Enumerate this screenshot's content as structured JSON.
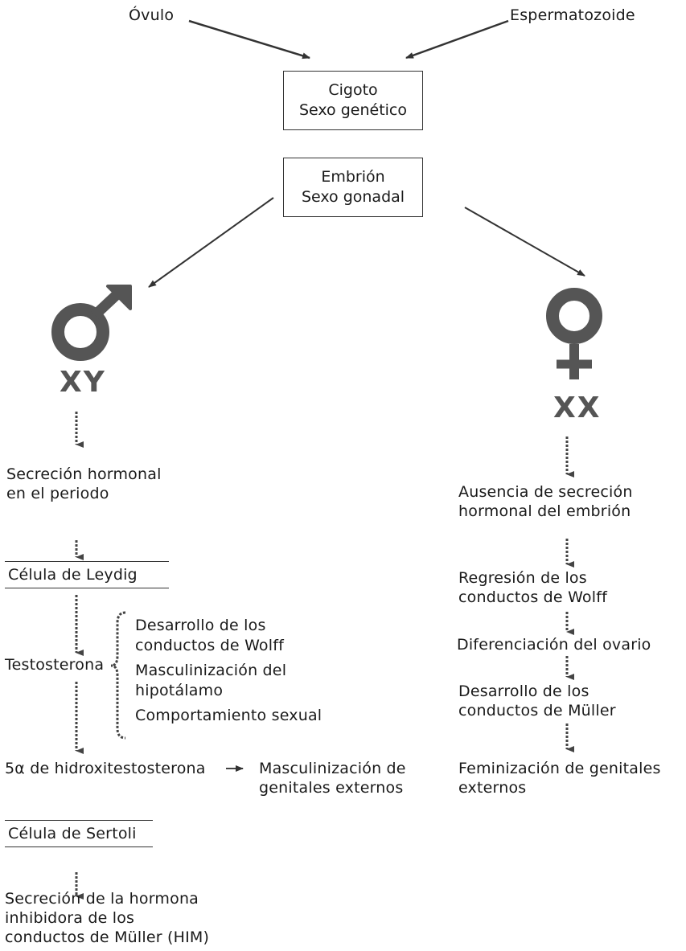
{
  "top": {
    "ovulo": "Óvulo",
    "espermatozoide": "Espermatozoide"
  },
  "cigoto_box": {
    "line1": "Cigoto",
    "line2": "Sexo genético"
  },
  "embrion_box": {
    "line1": "Embrión",
    "line2": "Sexo gonadal"
  },
  "male": {
    "chromosomes": "XY",
    "secrecion": [
      "Secreción hormonal",
      "en el periodo"
    ],
    "leydig": "Célula de Leydig",
    "testosterona": "Testosterona",
    "effects": [
      "Desarrollo de los",
      "conductos de Wolff",
      "Masculinización del",
      "hipotálamo",
      "Comportamiento sexual"
    ],
    "dht": "5α de hidroxitestosterona",
    "masc_genitales": [
      "Masculinización de",
      "genitales externos"
    ],
    "sertoli": "Célula de Sertoli",
    "him": [
      "Secreción de la hormona",
      "inhibidora de los",
      "conductos de Müller (HIM)"
    ]
  },
  "female": {
    "chromosomes": "XX",
    "ausencia": [
      "Ausencia de secreción",
      "hormonal del embrión"
    ],
    "regresion": [
      "Regresión de los",
      "conductos de Wolff"
    ],
    "ovario": "Diferenciación del ovario",
    "muller": [
      "Desarrollo de los",
      "conductos de Müller"
    ],
    "feminizacion": [
      "Feminización de genitales",
      "externos"
    ]
  }
}
